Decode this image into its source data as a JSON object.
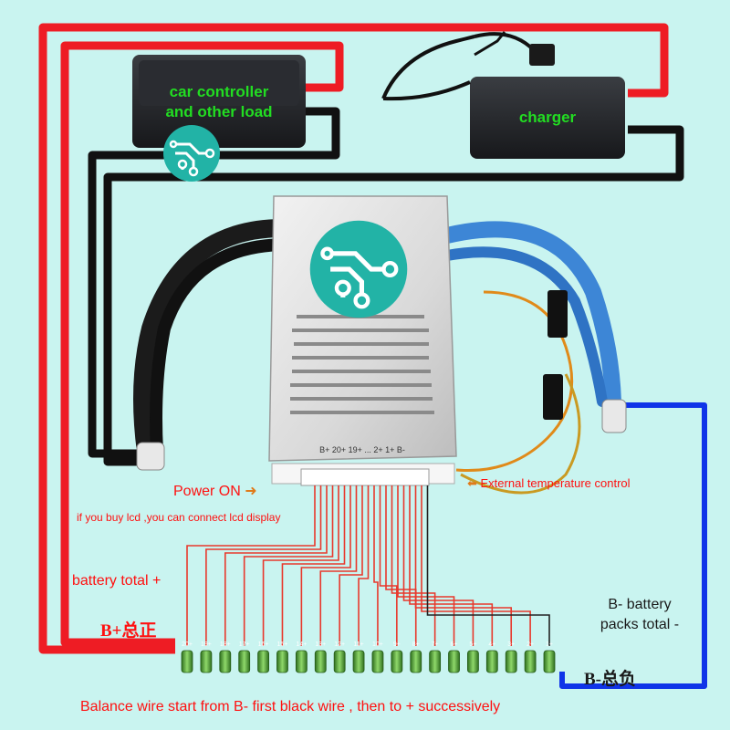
{
  "devices": {
    "load": {
      "label_line1": "car controller",
      "label_line2": "and other load",
      "icon": "circuit-icon"
    },
    "charger": {
      "label": "charger"
    }
  },
  "labels": {
    "power_on": "Power ON",
    "lcd_note": "if you buy lcd ,you can connect lcd display",
    "external_temp": "External temperature control",
    "battery_total_plus": "battery total +",
    "b_plus": "B+总正",
    "b_minus_total_line1": "B- battery",
    "b_minus_total_line2": "packs total -",
    "b_minus": "B-总负",
    "balance_note": "Balance wire start from B- first black wire , then to + successively"
  },
  "bms_board": {
    "terminal_labels": "B+  20+  19+  ...  2+  1+  B-",
    "cell_tap_labels": [
      "20+",
      "19+",
      "18+",
      "17+",
      "16+",
      "15+",
      "14+",
      "13+",
      "12+",
      "11+",
      "10+",
      "9+",
      "8+",
      "7+",
      "6+",
      "5+",
      "4+",
      "3+",
      "2+",
      "1+"
    ],
    "cell_count": 20
  },
  "colors": {
    "background": "#c9f4f0",
    "positive_wire": "#ee1c24",
    "negative_wire": "#111111",
    "bminus_wire": "#1034e8",
    "label_green": "#22dd22",
    "label_red": "#ff1010",
    "logo_teal": "#22b3a6"
  }
}
